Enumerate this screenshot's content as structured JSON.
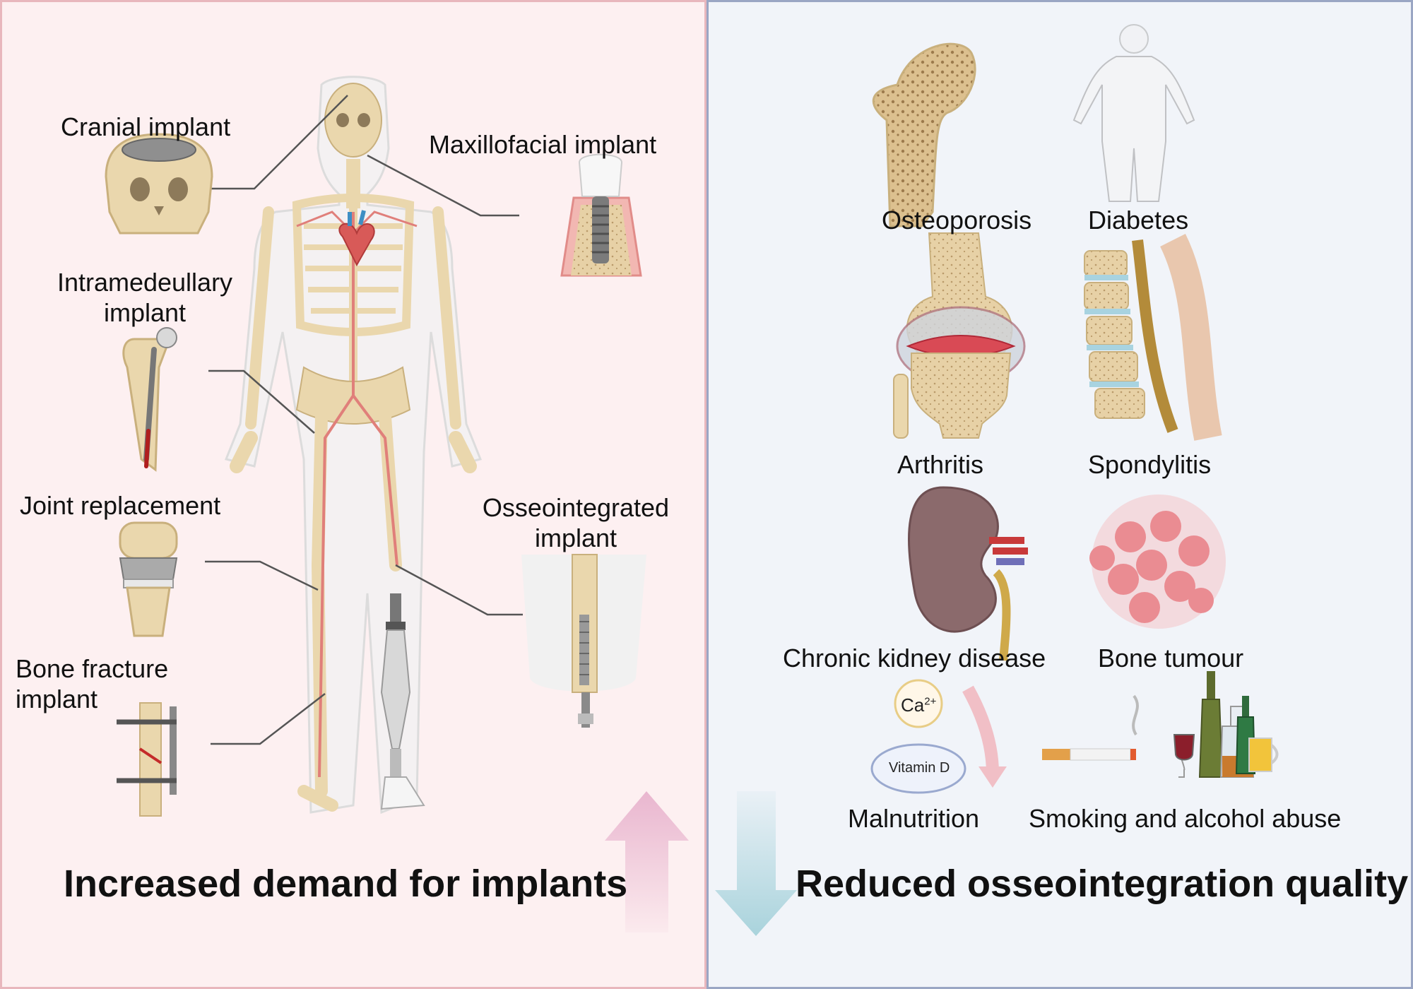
{
  "left": {
    "cranial": "Cranial implant",
    "maxillofacial": "Maxillofacial implant",
    "intramedullary_1": "Intramedeullary",
    "intramedullary_2": "implant",
    "joint": "Joint replacement",
    "osseo_1": "Osseointegrated",
    "osseo_2": "implant",
    "fracture_1": "Bone fracture",
    "fracture_2": "implant",
    "headline": "Increased demand for implants"
  },
  "right": {
    "osteoporosis": "Osteoporosis",
    "diabetes": "Diabetes",
    "arthritis": "Arthritis",
    "spondylitis": "Spondylitis",
    "ckd": "Chronic kidney disease",
    "tumour": "Bone tumour",
    "calcium": "Ca",
    "calcium_sup": "2+",
    "vitamin": "Vitamin D",
    "malnutrition": "Malnutrition",
    "smoking": "Smoking and alcohol abuse",
    "headline": "Reduced osseointegration quality"
  },
  "colors": {
    "left_bg": "#fdf0f1",
    "right_bg": "#f1f4f9",
    "bone": "#ead7ad",
    "up_arrow": "#e9b6cf",
    "down_arrow": "#a9d3dc"
  }
}
